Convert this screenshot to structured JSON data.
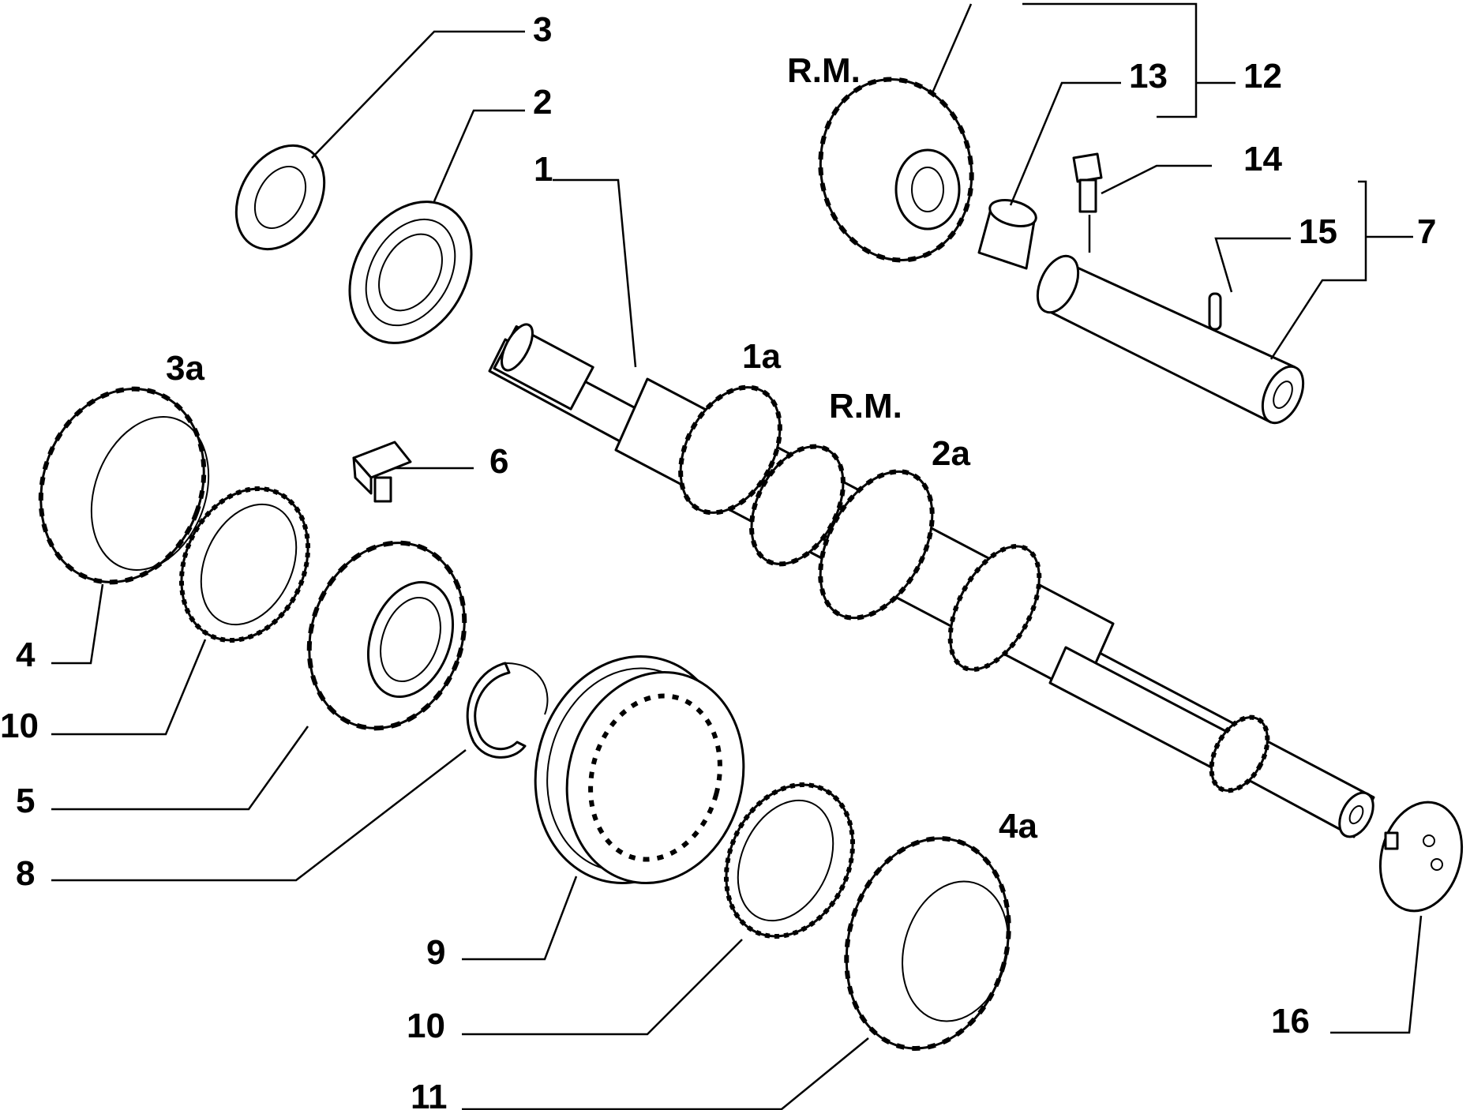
{
  "diagram": {
    "parts": [
      {
        "id": "1",
        "text": "1"
      },
      {
        "id": "1a",
        "text": "1a"
      },
      {
        "id": "2",
        "text": "2"
      },
      {
        "id": "2a",
        "text": "2a"
      },
      {
        "id": "3",
        "text": "3"
      },
      {
        "id": "3a",
        "text": "3a"
      },
      {
        "id": "4",
        "text": "4"
      },
      {
        "id": "4a",
        "text": "4a"
      },
      {
        "id": "5",
        "text": "5"
      },
      {
        "id": "6",
        "text": "6"
      },
      {
        "id": "7",
        "text": "7"
      },
      {
        "id": "8",
        "text": "8"
      },
      {
        "id": "9",
        "text": "9"
      },
      {
        "id": "10_upper",
        "text": "10"
      },
      {
        "id": "10_lower",
        "text": "10"
      },
      {
        "id": "11",
        "text": "11"
      },
      {
        "id": "12",
        "text": "12"
      },
      {
        "id": "13",
        "text": "13"
      },
      {
        "id": "14",
        "text": "14"
      },
      {
        "id": "15",
        "text": "15"
      },
      {
        "id": "16",
        "text": "16"
      },
      {
        "id": "rm_top",
        "text": "R.M."
      },
      {
        "id": "rm_mid",
        "text": "R.M."
      }
    ]
  }
}
